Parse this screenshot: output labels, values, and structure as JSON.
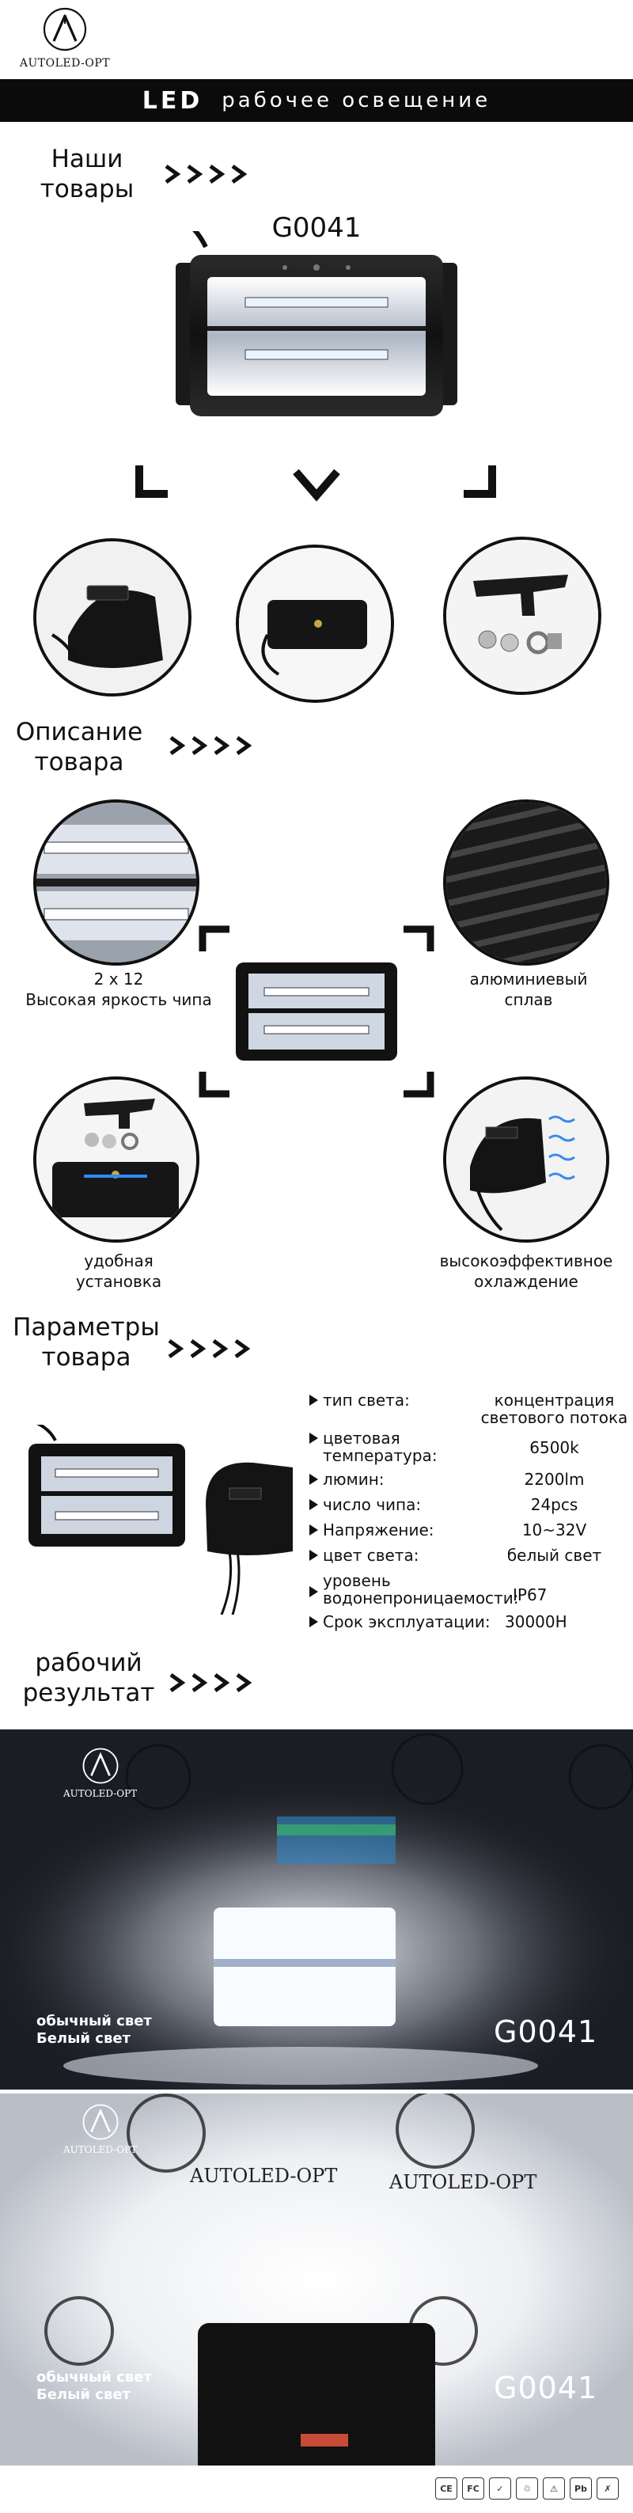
{
  "brand": {
    "name": "AUTOLED-OPT"
  },
  "banner": {
    "led": "LED",
    "rest": "рабочее освещение"
  },
  "section1": {
    "line1": "Наши",
    "line2": "товары"
  },
  "product": {
    "code": "G0041"
  },
  "section2": {
    "line1": "Описание",
    "line2": "товара"
  },
  "features": [
    {
      "line1": "2 x 12",
      "line2": "Высокая яркость чипа"
    },
    {
      "line1": "алюминиевый",
      "line2": "сплав"
    },
    {
      "line1": "удобная",
      "line2": "установка"
    },
    {
      "line1": "высокоэффективное",
      "line2": "охлаждение"
    }
  ],
  "section3": {
    "line1": "Параметры",
    "line2": "товара"
  },
  "specs": [
    {
      "label": [
        "тип света:"
      ],
      "value": [
        "концентрация",
        "светового потока"
      ]
    },
    {
      "label": [
        "цветовая",
        "температура:"
      ],
      "value": [
        "6500k"
      ]
    },
    {
      "label": [
        "люмин:"
      ],
      "value": [
        "2200lm"
      ]
    },
    {
      "label": [
        "число чипа:"
      ],
      "value": [
        "24pcs"
      ]
    },
    {
      "label": [
        "Напряжение:"
      ],
      "value": [
        "10~32V"
      ]
    },
    {
      "label": [
        "цвет света:"
      ],
      "value": [
        "белый свет"
      ]
    },
    {
      "label": [
        "уровень",
        "водонепроницаемости:"
      ],
      "value": [
        "IP67"
      ]
    },
    {
      "label": [
        "Срок эксплуатации:"
      ],
      "value": [
        "30000H"
      ]
    }
  ],
  "section4": {
    "line1": "рабочий",
    "line2": "результат"
  },
  "photo1": {
    "cap1": "обычный свет",
    "cap2": "Белый свет",
    "code": "G0041",
    "brand": "AUTOLED-OPT"
  },
  "photo2": {
    "cap1": "обычный свет",
    "cap2": "Белый свет",
    "code": "G0041",
    "brand": "AUTOLED-OPT"
  },
  "certs": [
    "CE",
    "FC",
    "✓",
    "♲",
    "⚠",
    "Pb",
    "✗"
  ],
  "colors": {
    "black": "#0b0b0b",
    "white": "#ffffff",
    "led": "#f4f8ff",
    "dark_photo": "#1b1d24"
  }
}
